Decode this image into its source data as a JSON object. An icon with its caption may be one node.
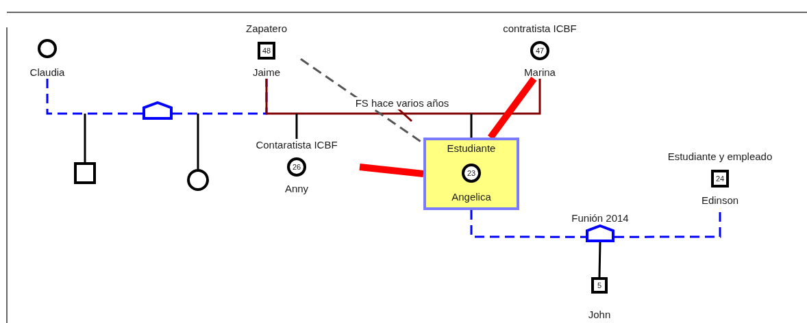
{
  "diagram": {
    "nodes": [
      {
        "text": [
          "Claudia"
        ]
      },
      {
        "text": [
          "Zapatero",
          "48",
          "Jaime"
        ]
      },
      {
        "text": [
          "contratista ICBF",
          "47",
          "Marina"
        ]
      },
      {
        "text": [],
        "shape": "box"
      },
      {
        "text": [],
        "shape": "circle"
      },
      {
        "text": [
          "Contaratista ICBF",
          "26",
          "Anny"
        ]
      },
      {
        "text": [
          "Estudiante",
          "23",
          "Angelica"
        ]
      },
      {
        "text": [
          "Estudiante y empleado",
          "24",
          "Edinson"
        ]
      },
      {
        "text": [
          "5",
          "John"
        ]
      },
      {
        "text": [],
        "shape": "house"
      },
      {
        "text": [
          "Funión 2014"
        ]
      }
    ],
    "edges": [
      {
        "from": 0,
        "to": 9,
        "arrow": "none",
        "style": "dashed",
        "color": "#0000ff"
      },
      {
        "from": 9,
        "to": 1,
        "arrow": "none",
        "style": "dashed",
        "color": "#0000ff"
      },
      {
        "from": 1,
        "to": 2,
        "arrow": "none",
        "label": "FS hace varios años",
        "color": "#800000"
      },
      {
        "from": null,
        "to": 3,
        "arrow": "none"
      },
      {
        "from": null,
        "to": 4,
        "arrow": "none"
      },
      {
        "from": null,
        "to": 5,
        "arrow": "none"
      },
      {
        "from": null,
        "to": 6,
        "arrow": "none"
      },
      {
        "from": 6,
        "to": 10,
        "arrow": "none",
        "style": "dashed",
        "color": "#0000ff"
      },
      {
        "from": 10,
        "to": 7,
        "arrow": "none",
        "style": "dashed",
        "color": "#0000ff"
      },
      {
        "from": 10,
        "to": 8,
        "arrow": "none"
      },
      {
        "from": 1,
        "to": 6,
        "arrow": "none",
        "style": "dashed",
        "color": "#555555"
      },
      {
        "from": 5,
        "to": 6,
        "arrow": "none",
        "style": "thick",
        "color": "#ff0000"
      },
      {
        "from": 2,
        "to": 6,
        "arrow": "none",
        "style": "thick",
        "color": "#ff0000"
      }
    ]
  }
}
